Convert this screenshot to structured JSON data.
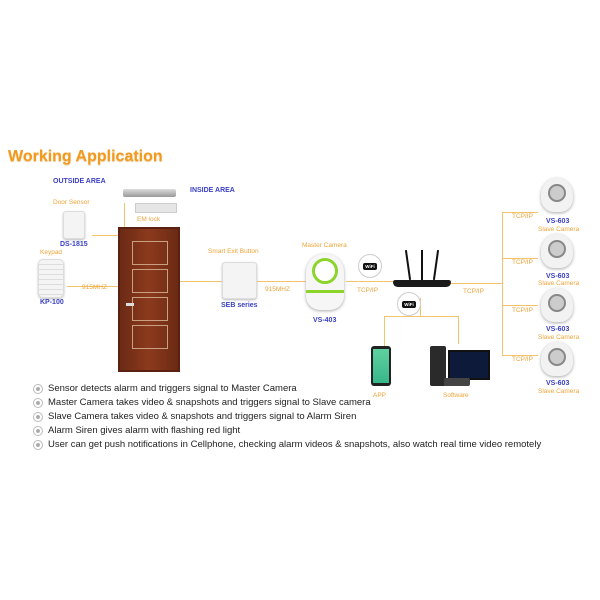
{
  "title": "Working Application",
  "areas": {
    "outside": "OUTSIDE AREA",
    "inside": "INSIDE AREA"
  },
  "devices": {
    "em_lock": "EM lock",
    "door_sensor": {
      "label": "Door Sensor",
      "model": "DS-1815"
    },
    "keypad": {
      "label": "Keypad",
      "model": "KP-100"
    },
    "exit_button": {
      "label": "Smart Exit Button",
      "model": "SEB series"
    },
    "master_camera": {
      "label": "Master Camera",
      "model": "VS-403"
    },
    "slave_cameras": [
      {
        "model": "VS-603",
        "label": "Slave Camera"
      },
      {
        "model": "VS-603",
        "label": "Slave Camera"
      },
      {
        "model": "VS-603",
        "label": "Slave Camera"
      },
      {
        "model": "VS-603",
        "label": "Slave Camera"
      }
    ],
    "app": "APP",
    "software": "Software"
  },
  "links": {
    "rf1": "915MHZ",
    "rf2": "915MHZ",
    "tcp_cam_router": "TCP/IP",
    "tcp_router_out": "TCP/IP",
    "tcp_slaves": [
      "TCP/IP",
      "TCP/IP",
      "TCP/IP",
      "TCP/IP"
    ],
    "wifi": "WiFi"
  },
  "bullets": [
    "Sensor detects alarm and triggers signal to Master Camera",
    "Master Camera takes video & snapshots and triggers signal to Slave camera",
    "Slave  Camera takes video & snapshots and triggers signal to Alarm Siren",
    "Alarm Siren gives alarm with flashing red light",
    "User can get push notifications in Cellphone, checking alarm videos & snapshots, also watch real time video remotely"
  ],
  "colors": {
    "title": "#f29a1f",
    "model": "#3a3fc4",
    "label": "#f0a43a",
    "line": "#f3c36b"
  }
}
